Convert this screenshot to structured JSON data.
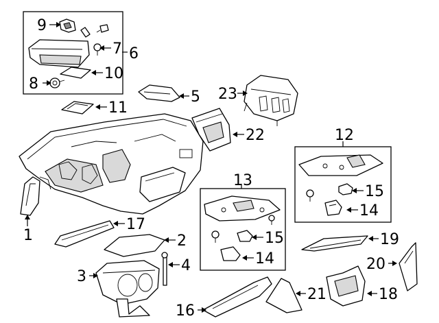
{
  "callouts": [
    {
      "id": "1",
      "text": "1"
    },
    {
      "id": "2",
      "text": "2"
    },
    {
      "id": "3",
      "text": "3"
    },
    {
      "id": "4",
      "text": "4"
    },
    {
      "id": "5",
      "text": "5"
    },
    {
      "id": "6",
      "text": "6"
    },
    {
      "id": "7",
      "text": "7"
    },
    {
      "id": "8",
      "text": "8"
    },
    {
      "id": "9",
      "text": "9"
    },
    {
      "id": "10",
      "text": "10"
    },
    {
      "id": "11",
      "text": "11"
    },
    {
      "id": "12",
      "text": "12"
    },
    {
      "id": "13",
      "text": "13"
    },
    {
      "id": "14a",
      "text": "14"
    },
    {
      "id": "14b",
      "text": "14"
    },
    {
      "id": "15a",
      "text": "15"
    },
    {
      "id": "15b",
      "text": "15"
    },
    {
      "id": "16",
      "text": "16"
    },
    {
      "id": "17",
      "text": "17"
    },
    {
      "id": "18",
      "text": "18"
    },
    {
      "id": "19",
      "text": "19"
    },
    {
      "id": "20",
      "text": "20"
    },
    {
      "id": "21",
      "text": "21"
    },
    {
      "id": "22",
      "text": "22"
    },
    {
      "id": "23",
      "text": "23"
    }
  ]
}
